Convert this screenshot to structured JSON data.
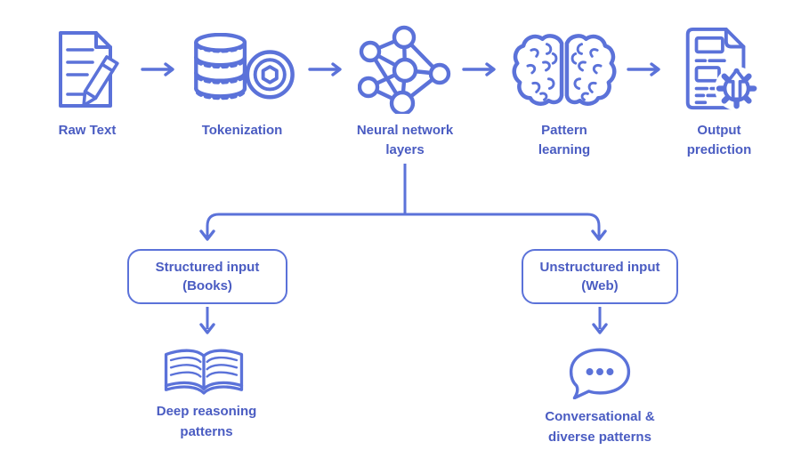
{
  "colors": {
    "icon_stroke": "#5b72d9",
    "text": "#4a5cc2",
    "background": "#ffffff"
  },
  "pipeline": {
    "steps": [
      {
        "label": "Raw Text",
        "label_lines": [
          "Raw Text"
        ],
        "icon": "document-pencil-icon"
      },
      {
        "label": "Tokenization",
        "label_lines": [
          "Tokenization"
        ],
        "icon": "coin-stack-token-icon"
      },
      {
        "label": "Neural network layers",
        "label_lines": [
          "Neural network",
          "layers"
        ],
        "icon": "neural-network-icon"
      },
      {
        "label": "Pattern learning",
        "label_lines": [
          "Pattern",
          "learning"
        ],
        "icon": "brain-icon"
      },
      {
        "label": "Output prediction",
        "label_lines": [
          "Output",
          "prediction"
        ],
        "icon": "document-gear-arrow-icon"
      }
    ]
  },
  "branches": {
    "left": {
      "box_lines": [
        "Structured input",
        "(Books)"
      ],
      "icon": "open-book-icon",
      "result_lines": [
        "Deep reasoning",
        "patterns"
      ]
    },
    "right": {
      "box_lines": [
        "Unstructured input",
        "(Web)"
      ],
      "icon": "speech-bubble-icon",
      "result_lines": [
        "Conversational &",
        "diverse patterns"
      ]
    }
  }
}
